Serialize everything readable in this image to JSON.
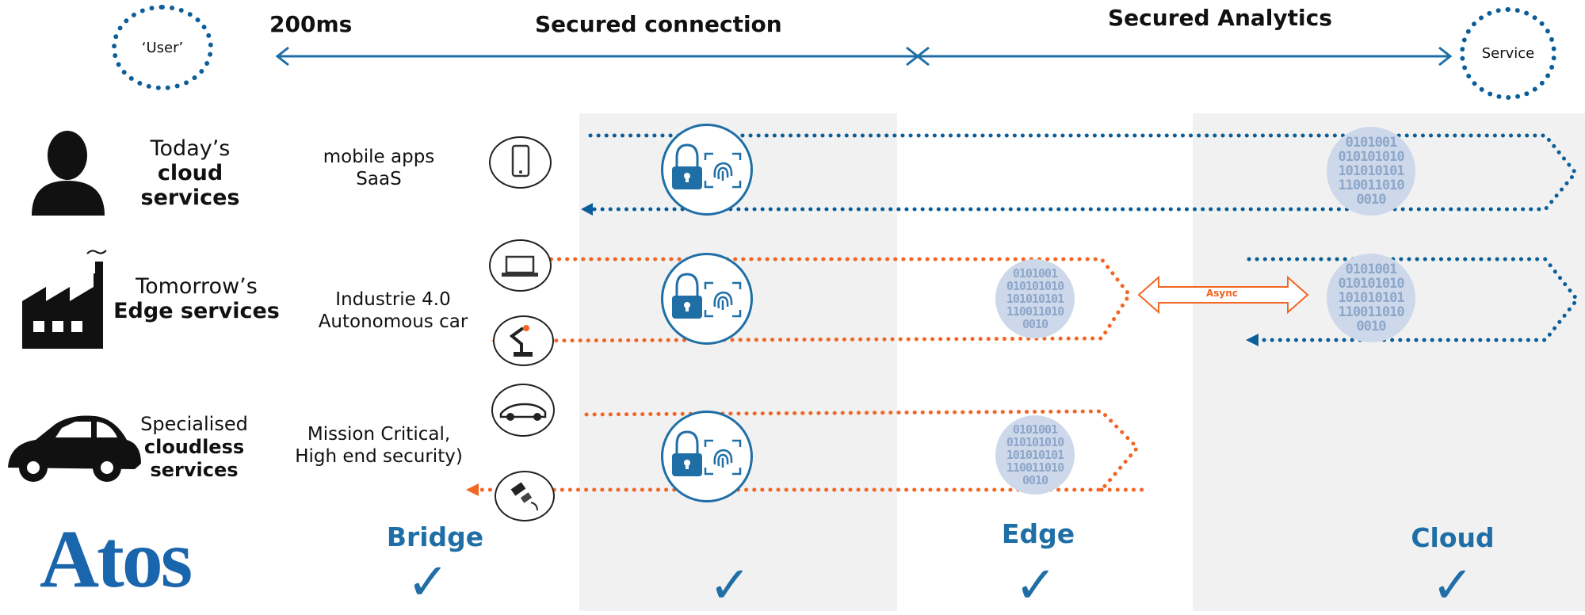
{
  "header": {
    "user_label": "‘User’",
    "latency": "200ms",
    "secured_connection": "Secured connection",
    "secured_analytics": "Secured Analytics",
    "service_label": "Service"
  },
  "rows": [
    {
      "line1": "Today’s",
      "line2": "cloud",
      "line3": "services",
      "use_case_1": "mobile apps",
      "use_case_2": "SaaS",
      "icon": "person-icon",
      "device_icons": [
        "smartphone-icon"
      ]
    },
    {
      "line1": "Tomorrow’s",
      "line2": "Edge services",
      "use_case_1": "Industrie 4.0",
      "use_case_2": "Autonomous car",
      "icon": "factory-icon",
      "device_icons": [
        "laptop-icon",
        "robot-arm-icon"
      ]
    },
    {
      "line1": "Specialised",
      "line2": "cloudless",
      "line3": "services",
      "use_case_1": "Mission Critical,",
      "use_case_2": "High end security)",
      "icon": "car-icon",
      "device_icons": [
        "sports-car-icon",
        "satellite-icon"
      ]
    }
  ],
  "async_label": "Async",
  "binary_text": "0101001\n010101010\n101010101\n110011010\n0010",
  "columns": [
    {
      "label": "Bridge"
    },
    {
      "label": "Edge"
    },
    {
      "label": "Cloud"
    }
  ],
  "tick_glyph": "✓",
  "logo_text": "Atos",
  "colors": {
    "blue": "#1f6fa6",
    "dark_blue": "#0b5e99",
    "orange": "#f26522",
    "panel_gray": "#f1f1f1",
    "logo_blue": "#1a66ad"
  }
}
